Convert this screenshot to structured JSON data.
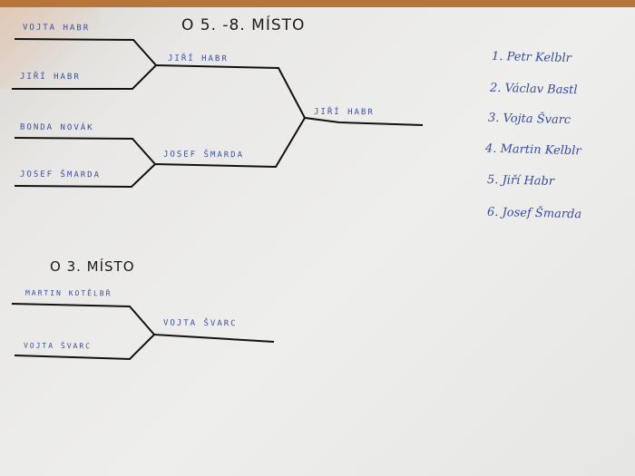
{
  "bracket_5_8": {
    "title": "O 5. -8. MÍSTO",
    "round1": [
      "VOJTA HABR",
      "JIŘÍ HABR",
      "BONDA NOVÁK",
      "JOSEF ŠMARDA"
    ],
    "round2": [
      "JIŘÍ HABR",
      "JOSEF ŠMARDA"
    ],
    "winner": "JIŘÍ HABR"
  },
  "bracket_3": {
    "title": "O 3. MÍSTO",
    "round1": [
      "MARTIN KOTĚLBŘ",
      "VOJTA ŠVARC"
    ],
    "winner": "VOJTA ŠVARC"
  },
  "final_ranking": [
    "1. Petr Kelblr",
    "2. Václav Bastl",
    "3. Vojta Švarc",
    "4. Martin Kelblr",
    "5. Jiří Habr",
    "6. Josef Šmarda"
  ]
}
